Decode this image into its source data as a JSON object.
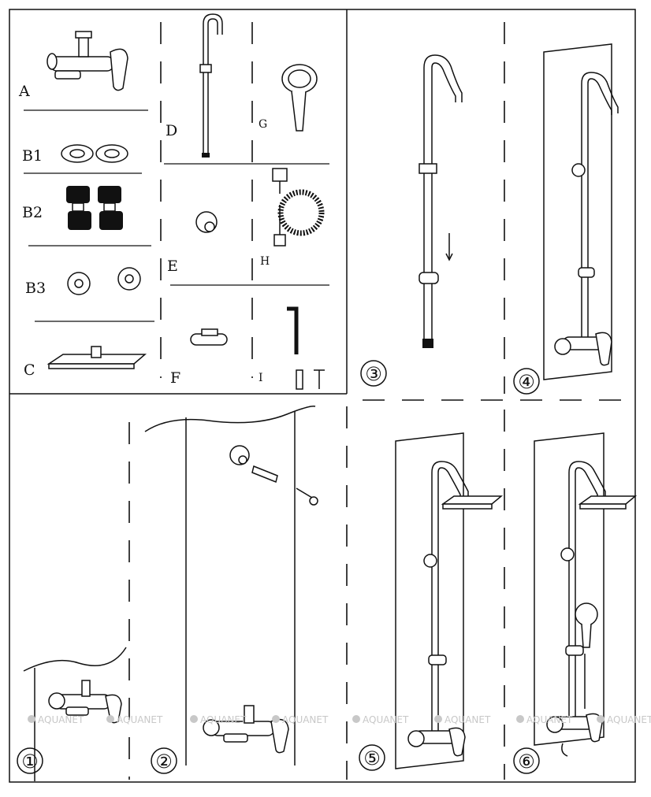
{
  "parts": [
    {
      "id": "A",
      "label": "A"
    },
    {
      "id": "B1",
      "label": "B1"
    },
    {
      "id": "B2",
      "label": "B2"
    },
    {
      "id": "B3",
      "label": "B3"
    },
    {
      "id": "C",
      "label": "C"
    },
    {
      "id": "D",
      "label": "D"
    },
    {
      "id": "E",
      "label": "E"
    },
    {
      "id": "F",
      "label": "F"
    },
    {
      "id": "G",
      "label": "G"
    },
    {
      "id": "H",
      "label": "H"
    },
    {
      "id": "I",
      "label": "I"
    }
  ],
  "steps": [
    "①",
    "②",
    "③",
    "④",
    "⑤",
    "⑥"
  ],
  "watermark": "AQUANET"
}
